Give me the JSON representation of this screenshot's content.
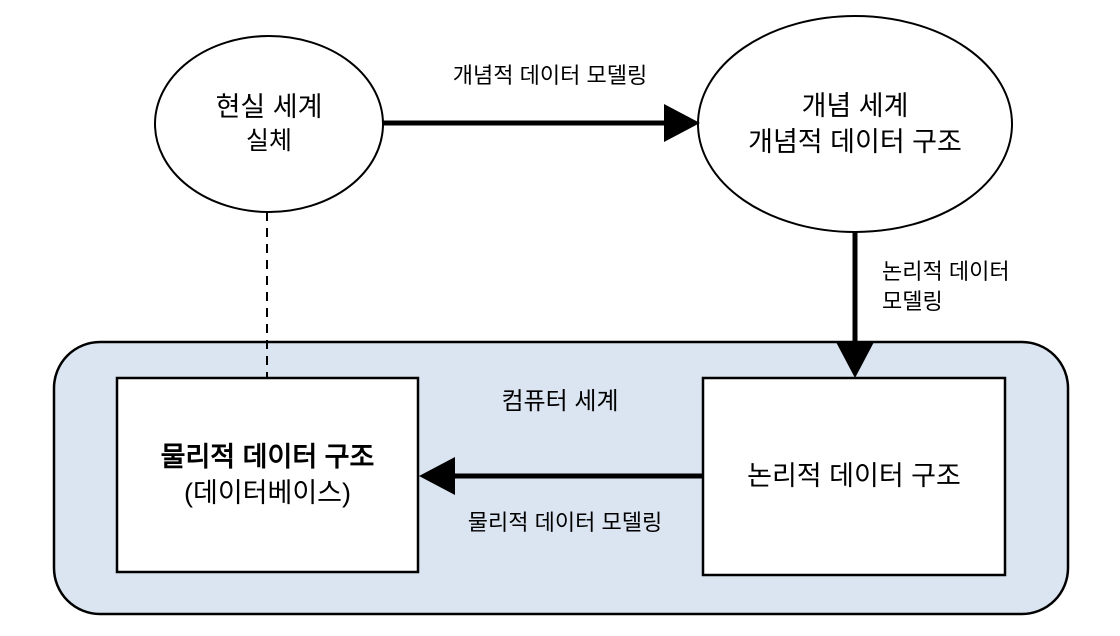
{
  "diagram": {
    "colors": {
      "background": "#ffffff",
      "stroke": "#000000",
      "container_fill": "#dbe5f1",
      "node_fill": "#ffffff"
    },
    "nodes": {
      "real_world": {
        "line1": "현실 세계",
        "line2": "실체"
      },
      "concept_world": {
        "line1": "개념 세계",
        "line2": "개념적 데이터 구조"
      },
      "computer_world": {
        "label": "컴퓨터 세계"
      },
      "physical_structure": {
        "line1": "물리적 데이터 구조",
        "line2": "(데이터베이스)"
      },
      "logical_structure": {
        "label": "논리적 데이터 구조"
      }
    },
    "arrows": {
      "conceptual_modeling": {
        "label": "개념적 데이터 모델링"
      },
      "logical_modeling": {
        "line1": "논리적 데이터",
        "line2": "모델링"
      },
      "physical_modeling": {
        "label": "물리적 데이터 모델링"
      }
    }
  }
}
